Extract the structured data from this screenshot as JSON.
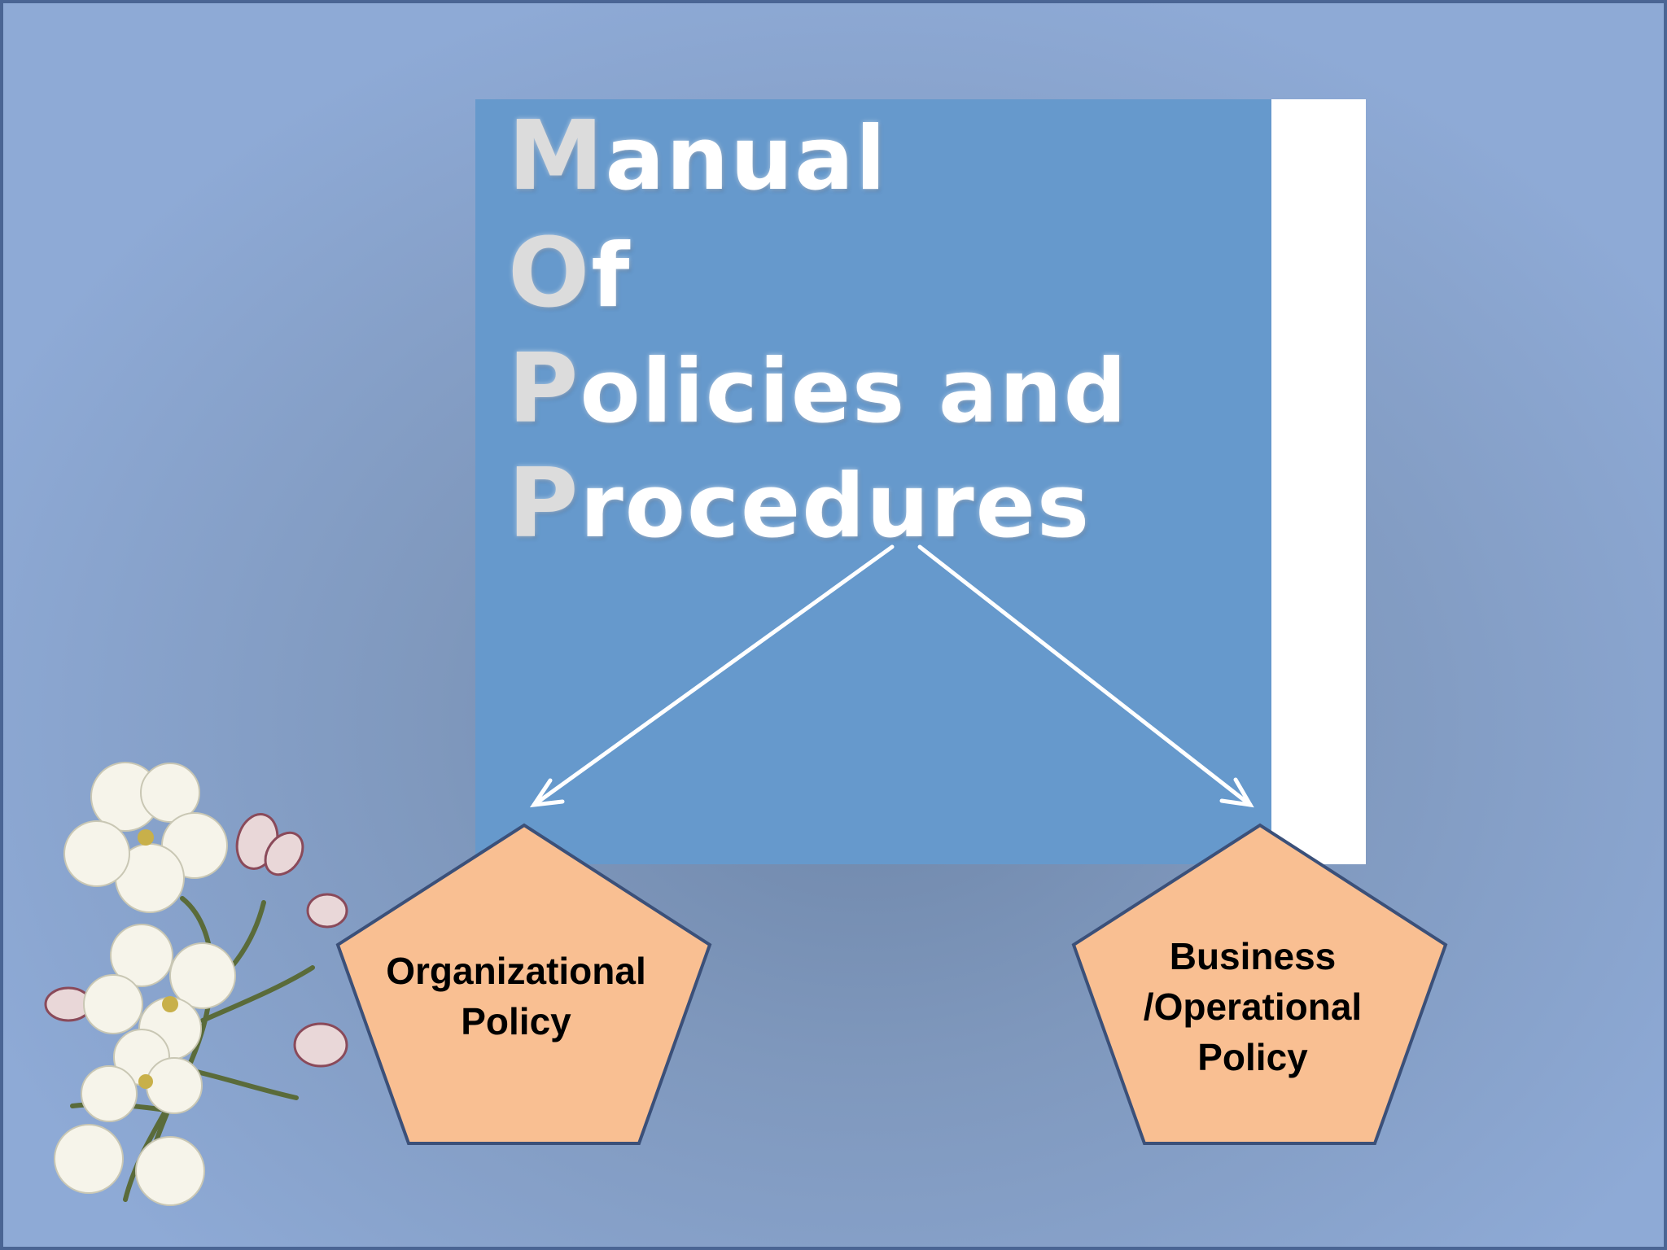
{
  "title": {
    "lines": [
      {
        "initial": "M",
        "rest": "anual"
      },
      {
        "initial": "O",
        "rest": "f"
      },
      {
        "initial": "P",
        "rest": "olicies and"
      },
      {
        "initial": "P",
        "rest": "rocedures"
      }
    ]
  },
  "nodes": {
    "left": {
      "line1": "Organizational",
      "line2": "Policy"
    },
    "right": {
      "line1": "Business",
      "line2": "/Operational",
      "line3": "Policy"
    }
  },
  "colors": {
    "background": "#8eaad6",
    "panel": "#6699cc",
    "pentagon_fill": "#f9bf92",
    "pentagon_stroke": "#3b5079",
    "arrow": "#ffffff"
  },
  "icons": {
    "decoration": "cherry-blossom-icon"
  }
}
